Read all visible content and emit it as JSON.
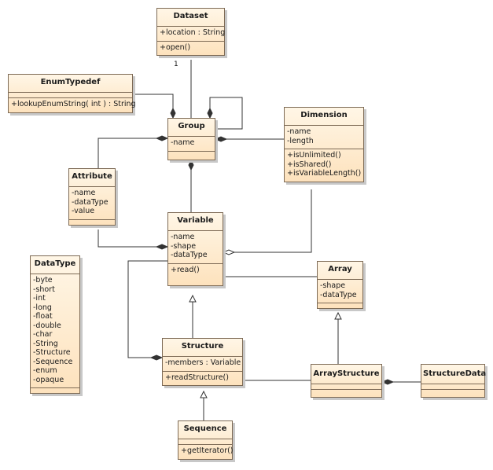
{
  "diagram": {
    "type": "UML class diagram",
    "classes": {
      "dataset": {
        "name": "Dataset",
        "attributes": [
          "+location : String"
        ],
        "operations": [
          "+open()"
        ]
      },
      "enumtypedef": {
        "name": "EnumTypedef",
        "attributes": [],
        "operations": [
          "+lookupEnumString( int ) : String"
        ]
      },
      "group": {
        "name": "Group",
        "attributes": [
          "-name"
        ],
        "operations": []
      },
      "dimension": {
        "name": "Dimension",
        "attributes": [
          "-name",
          "-length"
        ],
        "operations": [
          "+isUnlimited()",
          "+isShared()",
          "+isVariableLength()"
        ]
      },
      "attribute": {
        "name": "Attribute",
        "attributes": [
          "-name",
          "-dataType",
          "-value"
        ],
        "operations": []
      },
      "variable": {
        "name": "Variable",
        "attributes": [
          "-name",
          "-shape",
          "-dataType"
        ],
        "operations": [
          "+read()"
        ]
      },
      "datatype": {
        "name": "DataType",
        "attributes": [
          "-byte",
          "-short",
          "-int",
          "-long",
          "-float",
          "-double",
          "-char",
          "-String",
          "-Structure",
          "-Sequence",
          "-enum",
          "-opaque"
        ],
        "operations": []
      },
      "array": {
        "name": "Array",
        "attributes": [
          "-shape",
          "-dataType"
        ],
        "operations": []
      },
      "structure": {
        "name": "Structure",
        "attributes": [
          "-members : Variable"
        ],
        "operations": [
          "+readStructure()"
        ]
      },
      "arraystructure": {
        "name": "ArrayStructure",
        "attributes": [],
        "operations": []
      },
      "structuredata": {
        "name": "StructureData",
        "attributes": [],
        "operations": []
      },
      "sequence": {
        "name": "Sequence",
        "attributes": [],
        "operations": [
          "+getIterator()"
        ]
      }
    },
    "multiplicities": {
      "dataset_group": "1"
    },
    "relationships": [
      {
        "from": "Dataset",
        "to": "Group",
        "kind": "association"
      },
      {
        "from": "EnumTypedef",
        "to": "Group",
        "kind": "composition"
      },
      {
        "from": "Group",
        "to": "Group",
        "kind": "composition-self"
      },
      {
        "from": "Dimension",
        "to": "Group",
        "kind": "composition"
      },
      {
        "from": "Attribute",
        "to": "Group",
        "kind": "composition"
      },
      {
        "from": "Variable",
        "to": "Group",
        "kind": "composition"
      },
      {
        "from": "Attribute",
        "to": "Variable",
        "kind": "composition"
      },
      {
        "from": "Dimension",
        "to": "Variable",
        "kind": "aggregation"
      },
      {
        "from": "Variable",
        "to": "Array",
        "kind": "association"
      },
      {
        "from": "Structure",
        "to": "Variable",
        "kind": "generalization"
      },
      {
        "from": "Variable",
        "to": "Structure",
        "kind": "composition"
      },
      {
        "from": "Sequence",
        "to": "Structure",
        "kind": "generalization"
      },
      {
        "from": "ArrayStructure",
        "to": "Array",
        "kind": "generalization"
      },
      {
        "from": "Structure",
        "to": "ArrayStructure",
        "kind": "association"
      },
      {
        "from": "StructureData",
        "to": "ArrayStructure",
        "kind": "composition"
      }
    ],
    "colors": {
      "box_top": "#fff6e6",
      "box_bottom": "#fde2bd",
      "border": "#7d6a55",
      "line": "#333333"
    }
  }
}
